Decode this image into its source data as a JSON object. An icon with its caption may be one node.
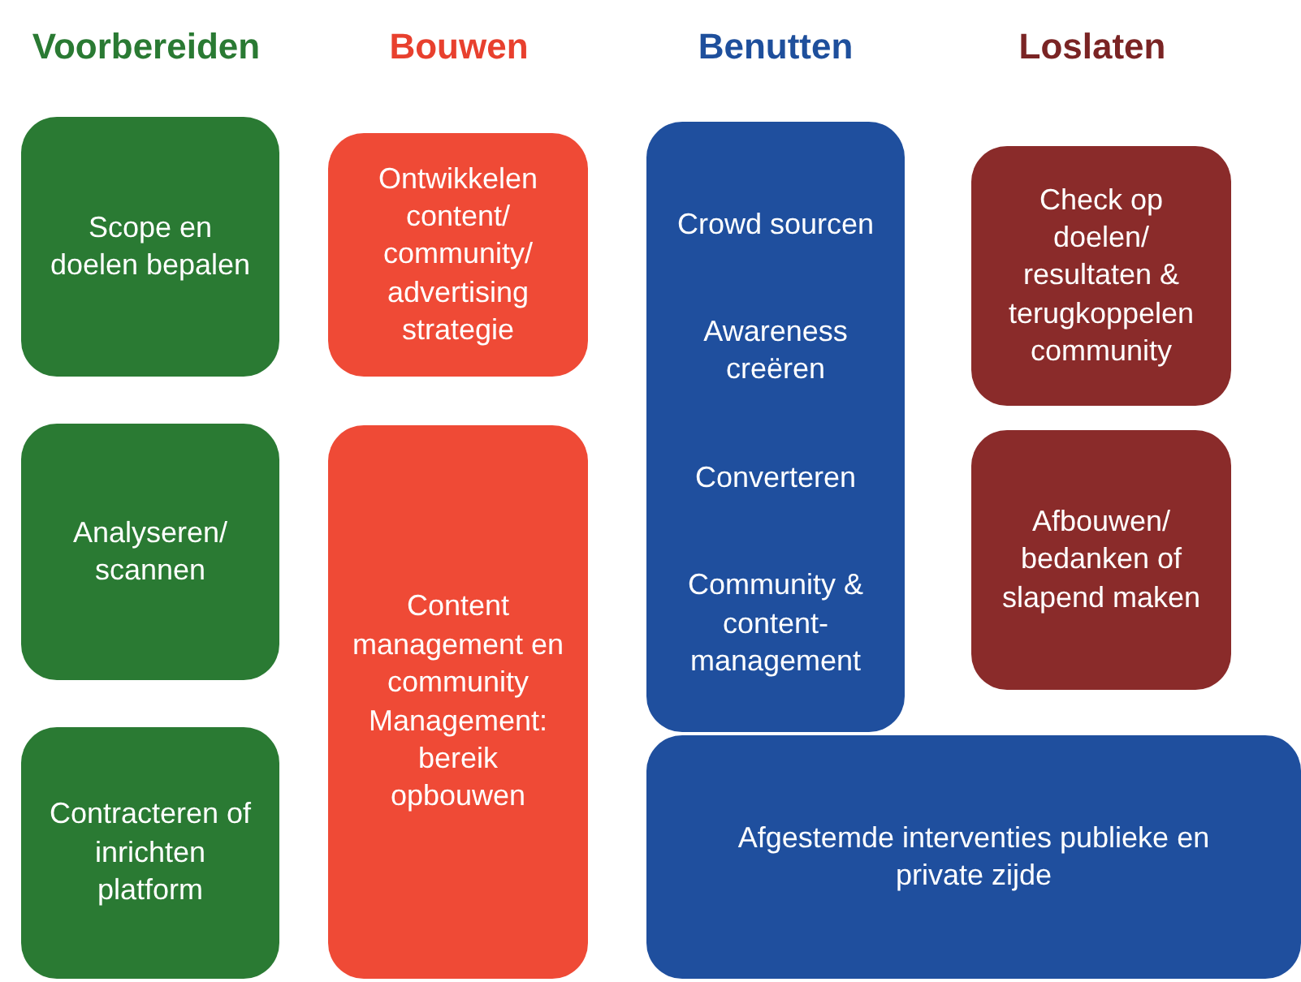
{
  "diagram": {
    "nodes": [
      {
        "text": [
          "Scope en doelen bepalen"
        ]
      },
      {
        "text": [
          "Analyseren/ scannen"
        ]
      },
      {
        "text": [
          "Contracteren of inrichten platform"
        ]
      },
      {
        "text": [
          "Ontwikkelen content/ community/ advertising strategie"
        ]
      },
      {
        "text": [
          "Content management en community Management: bereik opbouwen"
        ]
      },
      {
        "text": [
          "Crowd sourcen",
          "Awareness creëren",
          "Converteren",
          "Community & content-management"
        ]
      },
      {
        "text": [
          "Afgestemde interventies publieke en private zijde"
        ]
      },
      {
        "text": [
          "Check op doelen/ resultaten & terugkoppelen community"
        ]
      },
      {
        "text": [
          "Afbouwen/ bedanken of slapend maken"
        ]
      }
    ],
    "labels": [
      "Voorbereiden",
      "Bouwen",
      "Benutten",
      "Loslaten"
    ]
  }
}
